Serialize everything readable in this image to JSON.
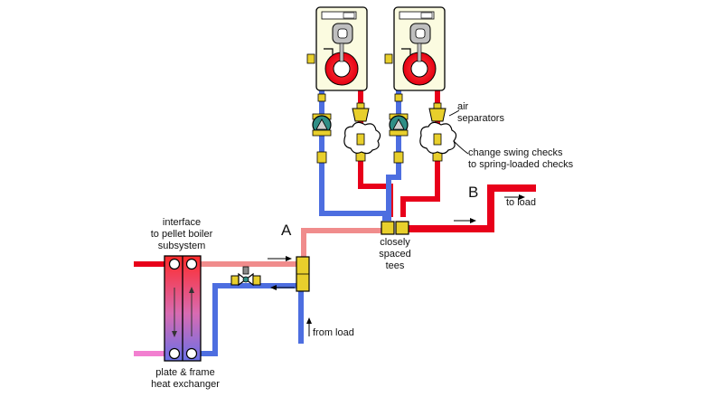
{
  "labels": {
    "interface_line1": "interface",
    "interface_line2": "to pellet boiler",
    "interface_line3": "subsystem",
    "point_a": "A",
    "point_b": "B",
    "to_load": "to load",
    "from_load": "from load",
    "closely_line1": "closely",
    "closely_line2": "spaced",
    "closely_line3": "tees",
    "air_line1": "air",
    "air_line2": "separators",
    "swing_line1": "change swing checks",
    "swing_line2": "to spring-loaded checks",
    "plate_line1": "plate & frame",
    "plate_line2": "heat exchanger"
  },
  "colors": {
    "supply_hot": "#e8001a",
    "return_cool": "#4d6ee0",
    "primary_loop": "#f08c8c",
    "secondary_cool": "#f27fd0",
    "fitting": "#e8cf2c",
    "boiler_cabinet": "#fbfbe0",
    "pump_teal": "#2f8e86"
  },
  "icons": [
    "boiler-icon",
    "circulator-icon",
    "air-separator-icon",
    "check-valve-icon",
    "heat-exchanger-icon",
    "mixing-valve-icon",
    "tee-icon",
    "flow-arrow-icon",
    "cloud-callout-icon"
  ]
}
